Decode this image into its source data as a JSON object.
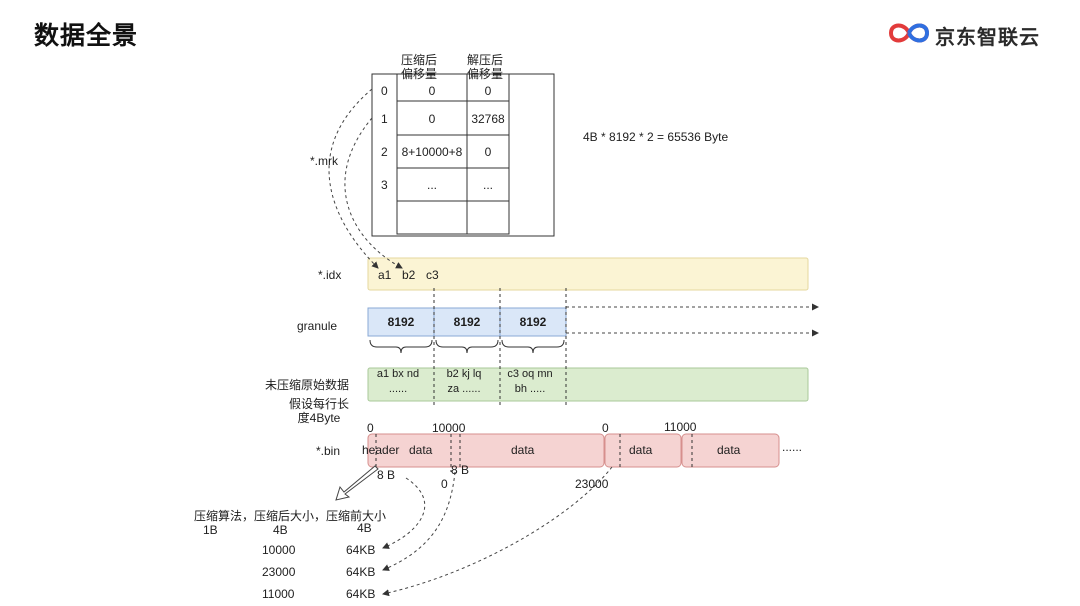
{
  "slide": {
    "title": "数据全景",
    "logo": {
      "text": "京东智联云",
      "icon": "jd-cloud-infinity-icon"
    }
  },
  "mrk_table": {
    "label": "*.mrk",
    "headers": [
      "压缩后\n偏移量",
      "解压后\n偏移量"
    ],
    "rows": [
      {
        "index": "0",
        "compressed": "0",
        "decompressed": "0"
      },
      {
        "index": "1",
        "compressed": "0",
        "decompressed": "32768"
      },
      {
        "index": "2",
        "compressed": "8+10000+8",
        "decompressed": "0"
      },
      {
        "index": "3",
        "compressed": "...",
        "decompressed": "..."
      },
      {
        "index": "",
        "compressed": "",
        "decompressed": ""
      }
    ]
  },
  "formula": "4B * 8192  *  2  = 65536 Byte",
  "idx": {
    "label": "*.idx",
    "marks": [
      "a1",
      "b2",
      "c3"
    ],
    "color": "#fbf4d4"
  },
  "granule": {
    "label": "granule",
    "blocks": [
      "8192",
      "8192",
      "8192"
    ],
    "color": "#dae7f8"
  },
  "raw": {
    "label": "未压缩原始数据",
    "note": "假设每行长\n度4Byte",
    "cells": [
      {
        "line1": "a1 bx nd",
        "line2": "......"
      },
      {
        "line1": "b2 kj lq",
        "line2": "za ......"
      },
      {
        "line1": "c3 oq mn",
        "line2": "bh ....."
      }
    ],
    "color": "#dbeccf"
  },
  "bin": {
    "label": "*.bin",
    "offsets_top": [
      "0",
      "10000",
      "0",
      "11000"
    ],
    "blocks": [
      {
        "header": "header",
        "data": "data"
      },
      {
        "data": "data"
      },
      {
        "data": "data"
      },
      {
        "data": "data"
      }
    ],
    "size_labels": [
      "8 B",
      "8 B"
    ],
    "offsets_bottom": [
      "0",
      "23000"
    ],
    "ellipsis": "......",
    "color": "#f5d3d2"
  },
  "header_legend": {
    "title": "压缩算法，压缩后大小，压缩前大小",
    "sizes": [
      "1B",
      "4B",
      "4B"
    ],
    "rows": [
      {
        "compressed": "10000",
        "original": "64KB"
      },
      {
        "compressed": "23000",
        "original": "64KB"
      },
      {
        "compressed": "11000",
        "original": "64KB"
      }
    ]
  }
}
